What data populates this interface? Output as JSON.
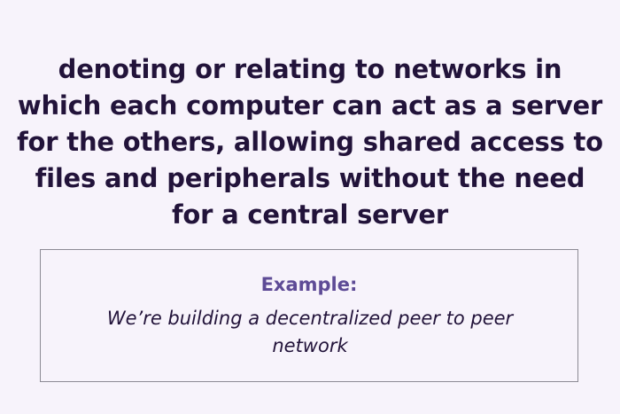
{
  "definition": {
    "text": "denoting or relating to networks in which each computer can act as a server for the others, allowing shared access to files and peripherals without the need for a central server"
  },
  "example": {
    "label": "Example:",
    "text": "We’re building a decentralized peer to peer network"
  },
  "colors": {
    "background": "#f7f3fb",
    "primary_text": "#22133a",
    "accent": "#5e4b96",
    "border": "#8c8a94"
  }
}
